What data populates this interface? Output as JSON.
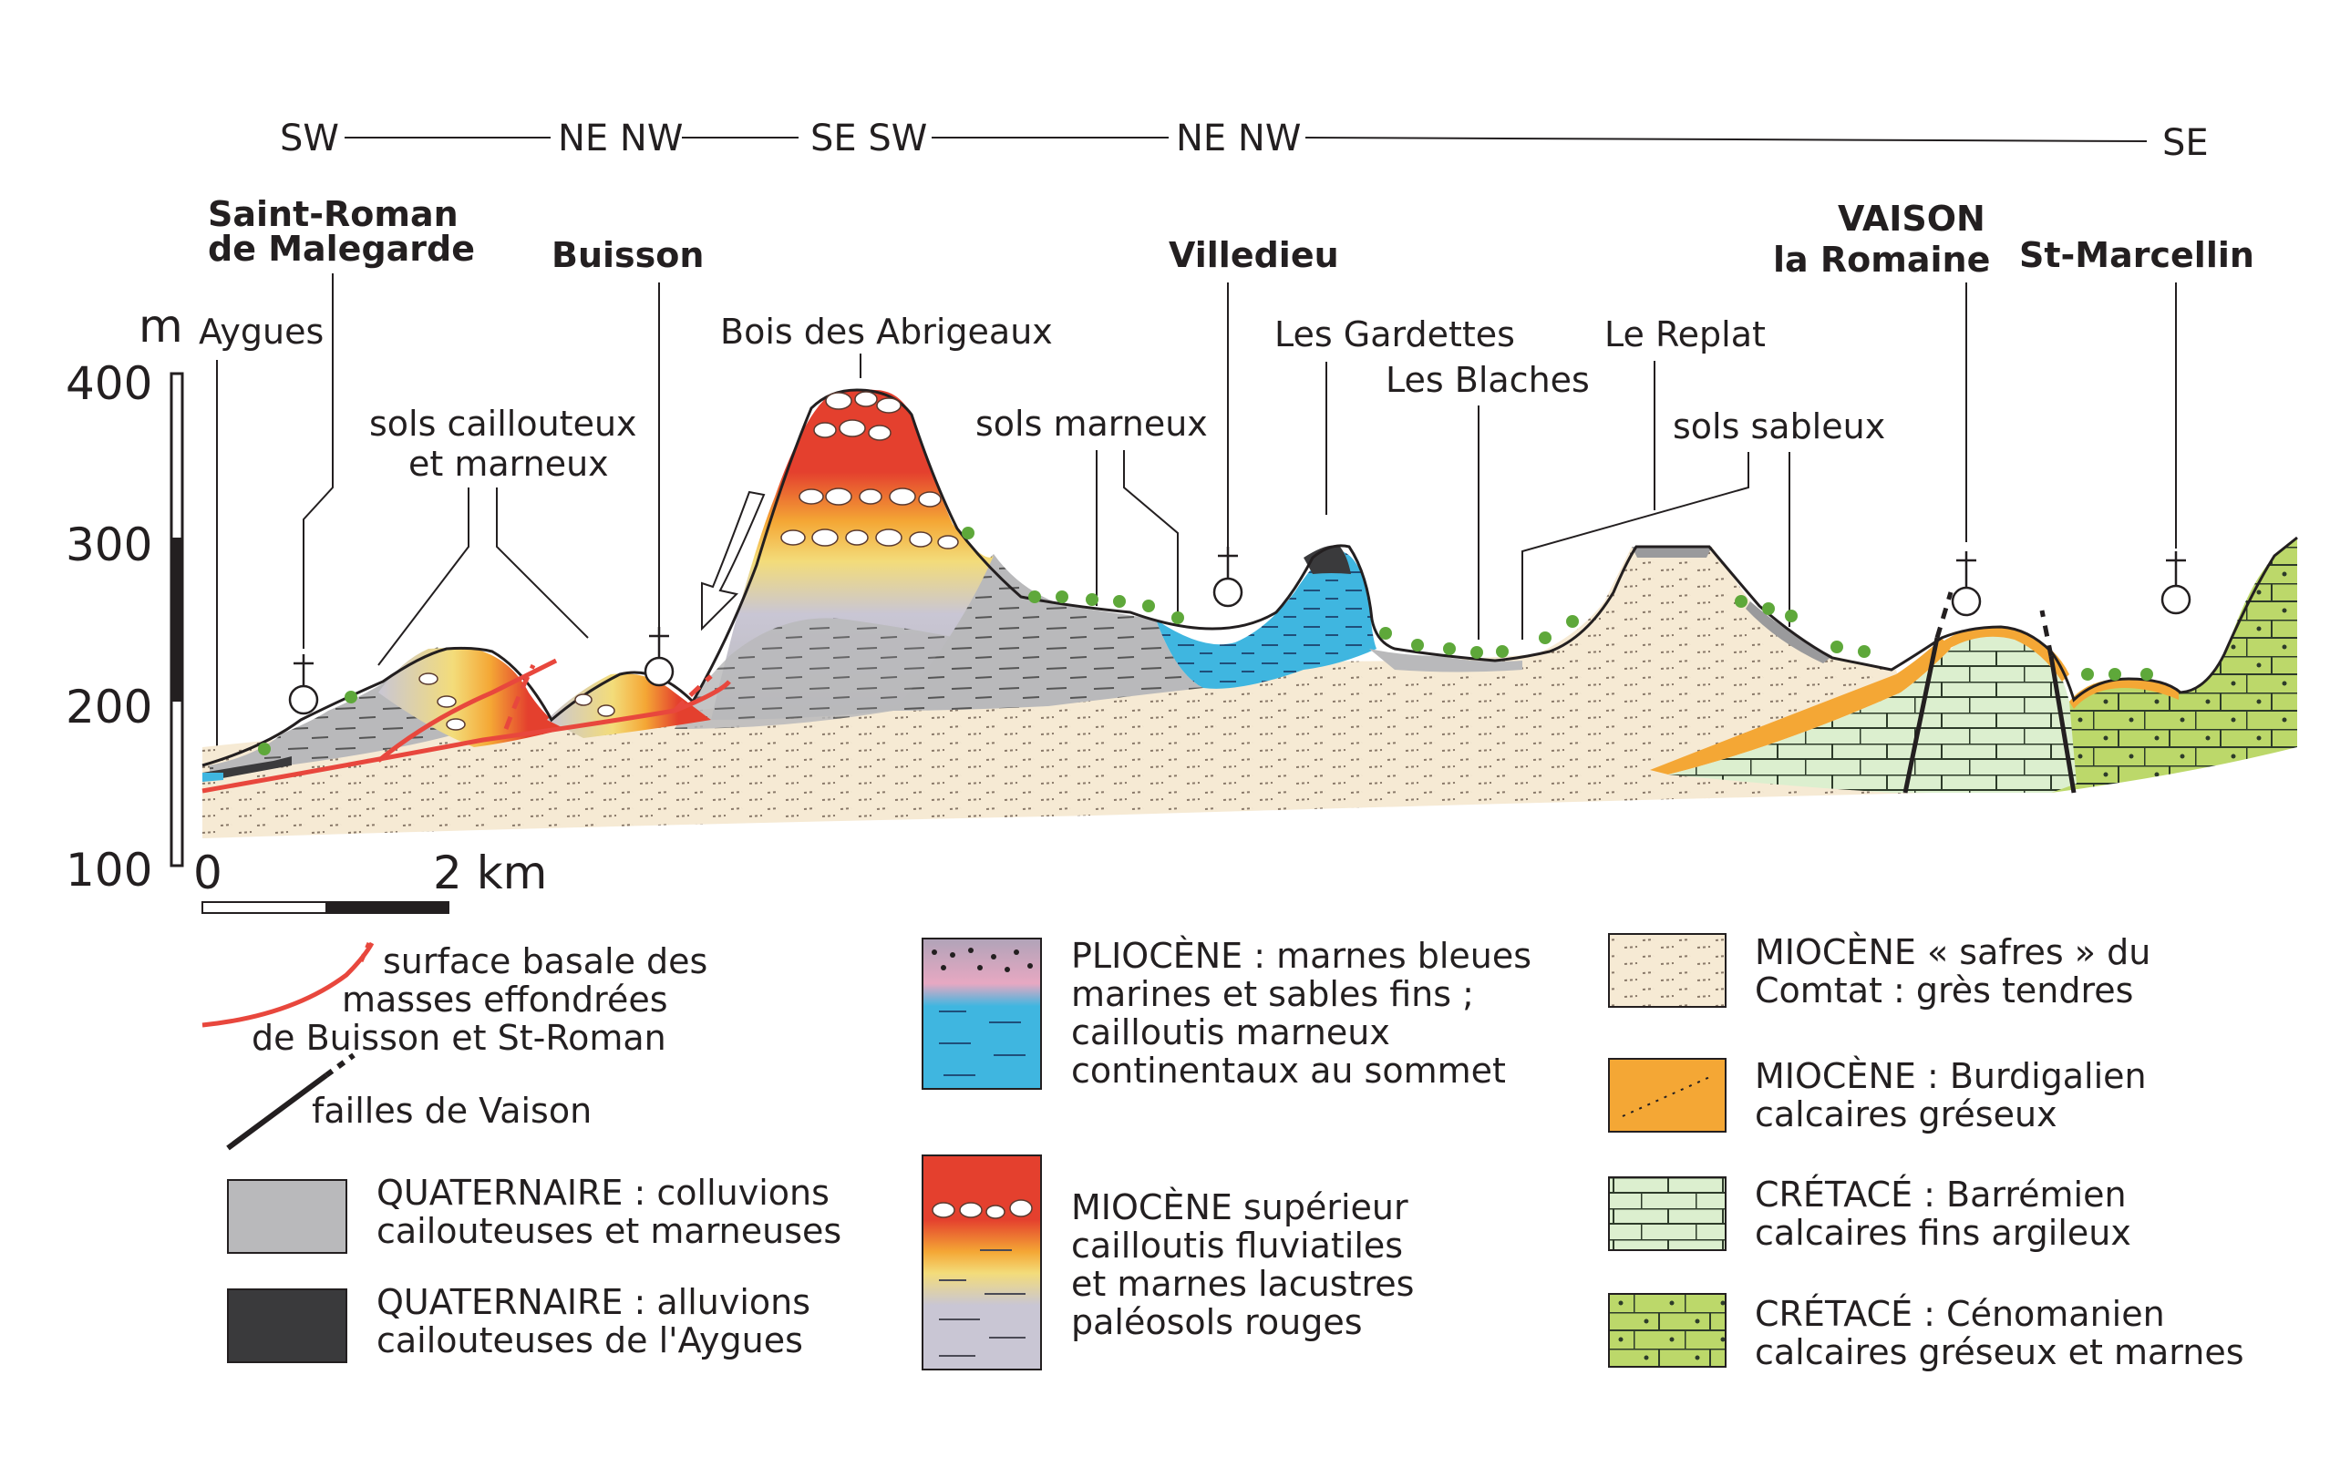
{
  "section": {
    "directions": {
      "d1": "SW",
      "d2": "NE NW",
      "d3": "SE SW",
      "d4": "NE NW",
      "d5": "SE"
    },
    "towns": {
      "saint_roman_1": "Saint-Roman",
      "saint_roman_2": "de Malegarde",
      "buisson": "Buisson",
      "villedieu": "Villedieu",
      "vaison_1": "VAISON",
      "vaison_2": "la Romaine",
      "st_marcellin": "St-Marcellin"
    },
    "places": {
      "aygues": "Aygues",
      "bois": "Bois des Abrigeaux",
      "gardettes": "Les Gardettes",
      "blaches": "Les Blaches",
      "replat": "Le Replat",
      "sols_caill_1": "sols caillouteux",
      "sols_caill_2": "et marneux",
      "sols_marneux": "sols marneux",
      "sols_sableux": "sols sableux"
    },
    "axis": {
      "unit": "m",
      "ticks": [
        "400",
        "300",
        "200",
        "100"
      ]
    },
    "scale": {
      "zero": "0",
      "end": "2 km"
    }
  },
  "legend": {
    "basal_surface": [
      "surface basale des",
      "masses effondrées",
      "de Buisson et St-Roman"
    ],
    "faults": "failles de Vaison",
    "quat_colluvions": [
      "QUATERNAIRE : colluvions",
      "cailouteuses et marneuses"
    ],
    "quat_alluvions": [
      "QUATERNAIRE : alluvions",
      "cailouteuses de l'Aygues"
    ],
    "pliocene": [
      "PLIOCÈNE : marnes bleues",
      "marines et sables fins ;",
      "cailloutis marneux",
      "continentaux au sommet"
    ],
    "miocene_sup": [
      "MIOCÈNE supérieur",
      "cailloutis fluviatiles",
      "et marnes lacustres",
      "paléosols rouges"
    ],
    "miocene_safres": [
      "MIOCÈNE « safres » du",
      "Comtat : grès tendres"
    ],
    "miocene_burdig": [
      "MIOCÈNE : Burdigalien",
      "calcaires gréseux"
    ],
    "cretace_barr": [
      "CRÉTACÉ : Barrémien",
      "calcaires fins argileux"
    ],
    "cretace_ceno": [
      "CRÉTACÉ : Cénomanien",
      "calcaires gréseux et marnes"
    ]
  },
  "colors": {
    "safres": "#f6ead4",
    "grey": "#b9b9bb",
    "dark": "#3a3a3c",
    "blue": "#3fb6e0",
    "red": "#e4402e",
    "orange": "#f4a735",
    "yellow": "#f3dc7a",
    "cret_barr": "#dcefcf",
    "cret_ceno": "#bcd86a",
    "basal_line": "#e8473d"
  }
}
